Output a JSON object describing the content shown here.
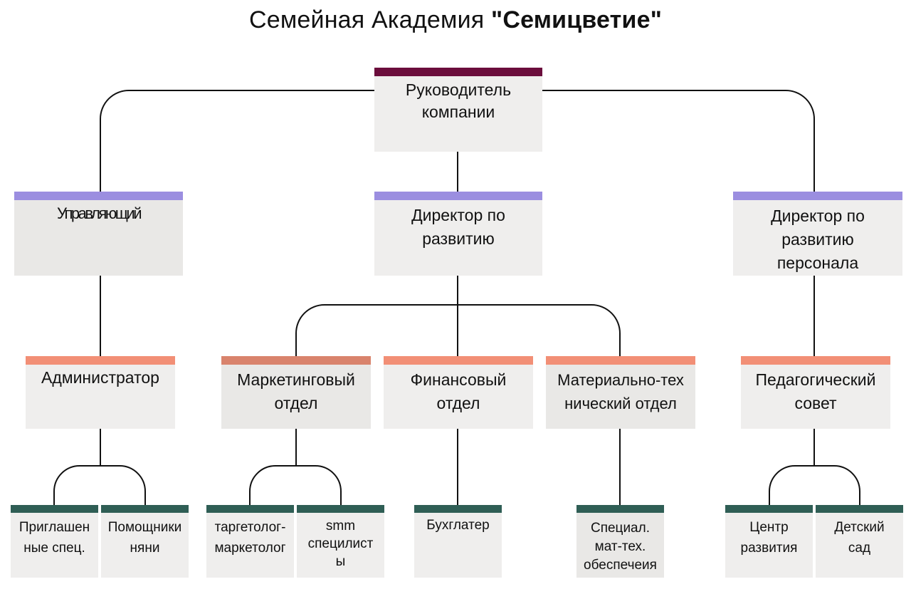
{
  "title_main": "Семейная Академия ",
  "title_quoted": "\"Семицветие\"",
  "colors": {
    "top": "#6b0d3c",
    "level2": "#9b8ee0",
    "level3": "#f28f76",
    "level4": "#2f5e55",
    "box": "#efeeed",
    "line": "#111111"
  },
  "nodes": {
    "ceo": "Руководитель\nкомпании",
    "manager": "Управляющий",
    "dev_director": "Директор по\nразвитию",
    "hr_director": "Директор по\nразвитию\nперсонала",
    "admin": "Администратор",
    "marketing": "Маркетинговый\nотдел",
    "finance": "Финансовый\nотдел",
    "logistics": "Материально-тех\nнический отдел",
    "pedagogy": "Педагогический\nсовет",
    "invited": "Приглашен\nные спец.",
    "nannies": "Помощники\nняни",
    "targetolog": "таргетолог-\nмаркетолог",
    "smm": "smm\nспецилист\nы",
    "accountant": "Бухглатер",
    "specialist": "Специал.\nмат-тех.\nобеспечеия",
    "center": "Центр\nразвития",
    "kindergarten": "Детский\nсад"
  }
}
